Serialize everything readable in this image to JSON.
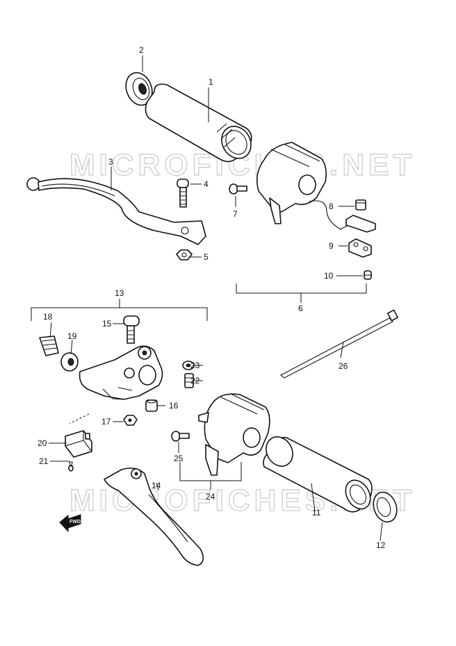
{
  "watermarks": [
    "MICROFICHES.NET",
    "MICROFICHES.NET"
  ],
  "direction_label": "FWD",
  "callouts": [
    "1",
    "2",
    "3",
    "4",
    "5",
    "6",
    "7",
    "8",
    "9",
    "10",
    "11",
    "12",
    "13",
    "14",
    "15",
    "16",
    "17",
    "18",
    "19",
    "20",
    "21",
    "22",
    "23",
    "24",
    "25",
    "26"
  ]
}
